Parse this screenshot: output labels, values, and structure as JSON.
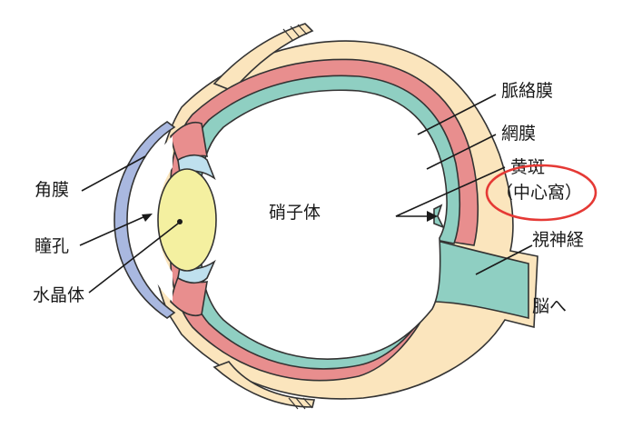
{
  "labels": {
    "cornea": "角膜",
    "pupil": "瞳孔",
    "lens": "水晶体",
    "vitreous": "硝子体",
    "choroid": "脈絡膜",
    "retina": "網膜",
    "macula": "黄斑",
    "fovea": "（中心窩）",
    "optic_nerve": "視神経",
    "to_brain": "脳へ"
  },
  "colors": {
    "sclera": "#fbe5bd",
    "choroid": "#e88e8e",
    "retina": "#8fcfc2",
    "cornea": "#a9b8e0",
    "lens": "#f4f0a0",
    "ciliary": "#bfe0ee",
    "highlight": "#e53935"
  }
}
